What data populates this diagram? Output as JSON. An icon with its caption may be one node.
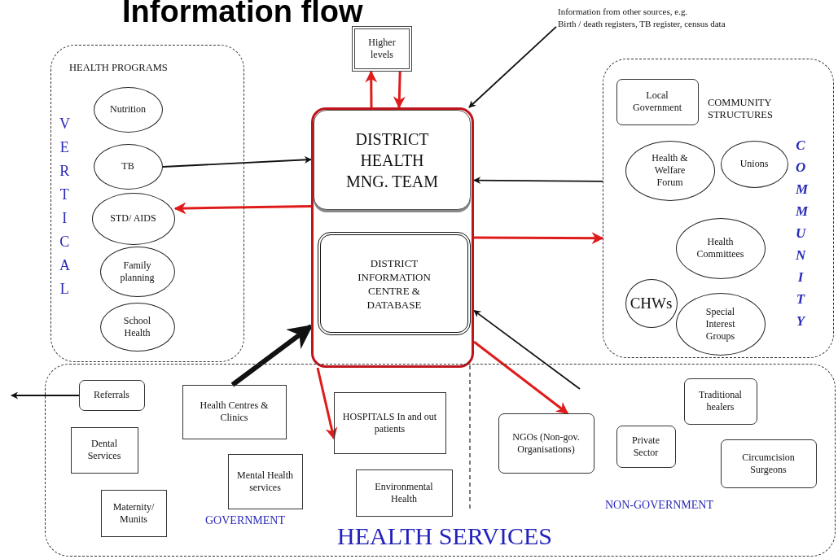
{
  "diagram": {
    "title": "Information flow",
    "nodes": [
      {
        "text": [
          "HEALTH PROGRAMS",
          "VERTICAL"
        ]
      },
      {
        "text": [
          "Nutrition"
        ],
        "in": 0
      },
      {
        "text": [
          "TB"
        ],
        "in": 0
      },
      {
        "text": [
          "STD/ AIDS"
        ],
        "in": 0
      },
      {
        "text": [
          "Family planning"
        ],
        "in": 0
      },
      {
        "text": [
          "School Health"
        ],
        "in": 0
      },
      {
        "text": [
          "Higher levels"
        ]
      },
      {
        "text": [],
        "shape": "box"
      },
      {
        "text": [
          "DISTRICT HEALTH MNG. TEAM"
        ],
        "in": 7
      },
      {
        "text": [
          "DISTRICT INFORMATION CENTRE & DATABASE"
        ],
        "in": 7
      },
      {
        "text": [
          "Information from other sources, e.g.",
          "Birth / death registers, TB register, census data"
        ]
      },
      {
        "text": [
          "COMMUNITY STRUCTURES",
          "COMMUNITY"
        ]
      },
      {
        "text": [
          "Local Government"
        ],
        "in": 11
      },
      {
        "text": [
          "Health & Welfare Forum"
        ],
        "in": 11
      },
      {
        "text": [
          "Unions"
        ],
        "in": 11
      },
      {
        "text": [
          "Health Committees"
        ],
        "in": 11
      },
      {
        "text": [
          "CHWs"
        ],
        "in": 11
      },
      {
        "text": [
          "Special Interest Groups"
        ],
        "in": 11
      },
      {
        "text": [
          "GOVERNMENT",
          "NON-GOVERNMENT",
          "HEALTH SERVICES"
        ]
      },
      {
        "text": [
          "Referrals"
        ],
        "in": 18
      },
      {
        "text": [
          "Health Centres & Clinics"
        ],
        "in": 18
      },
      {
        "text": [
          "HOSPITALS In and out patients"
        ],
        "in": 18
      },
      {
        "text": [
          "Dental Services"
        ],
        "in": 18
      },
      {
        "text": [
          "Mental Health services"
        ],
        "in": 18
      },
      {
        "text": [
          "Environmental Health"
        ],
        "in": 18
      },
      {
        "text": [
          "Maternity/ Munits"
        ],
        "in": 18
      },
      {
        "text": [
          "NGOs (Non-gov. Organisations)"
        ],
        "in": 18
      },
      {
        "text": [
          "Traditional healers"
        ],
        "in": 18
      },
      {
        "text": [
          "Private Sector"
        ],
        "in": 18
      },
      {
        "text": [
          "Circumcision Surgeons"
        ],
        "in": 18
      }
    ],
    "edges": [
      {
        "from": 2,
        "to": 7,
        "arrow": "to"
      },
      {
        "from": 7,
        "to": 3,
        "arrow": "to",
        "color": "#e01b1b"
      },
      {
        "from": 7,
        "to": 6,
        "arrow": "to",
        "color": "#e01b1b"
      },
      {
        "from": 6,
        "to": 7,
        "arrow": "to",
        "color": "#e01b1b"
      },
      {
        "from": 10,
        "to": 7,
        "arrow": "to"
      },
      {
        "from": 11,
        "to": 7,
        "arrow": "to"
      },
      {
        "from": 7,
        "to": 11,
        "arrow": "to",
        "color": "#e01b1b"
      },
      {
        "from": 20,
        "to": 7,
        "arrow": "to",
        "style": "thick"
      },
      {
        "from": 7,
        "to": 21,
        "arrow": "to",
        "color": "#e01b1b"
      },
      {
        "from": 7,
        "to": 26,
        "arrow": "to",
        "color": "#e01b1b"
      },
      {
        "from": 18,
        "to": 7,
        "arrow": "to"
      },
      {
        "from": 19,
        "to": null,
        "arrow": "to"
      }
    ]
  }
}
